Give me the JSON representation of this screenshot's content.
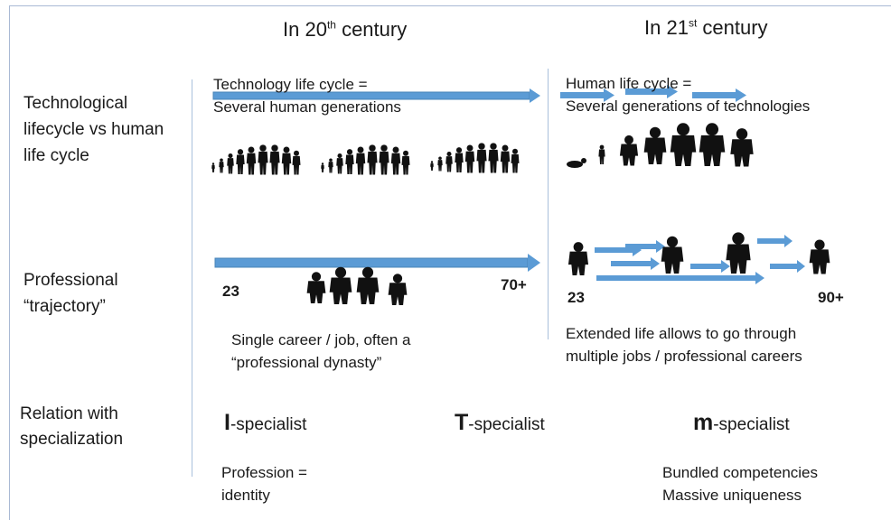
{
  "headers": {
    "c20_prefix": "In 20",
    "c20_sup": "th",
    "c20_suffix": " century",
    "c21_prefix": "In 21",
    "c21_sup": "st",
    "c21_suffix": " century"
  },
  "rows": {
    "lifecycle_label": "Technological lifecycle vs human life cycle",
    "trajectory_label": "Professional “trajectory”",
    "specialization_label": "Relation with specialization"
  },
  "c20": {
    "lifecycle_line1": "Technology life cycle =",
    "lifecycle_line2": "Several human generations",
    "start_age": "23",
    "end_age": "70+",
    "career_line1": "Single career / job, often a",
    "career_line2": "“professional dynasty”"
  },
  "c21": {
    "lifecycle_line1": "Human life cycle =",
    "lifecycle_line2": "Several generations of technologies",
    "start_age": "23",
    "end_age": "90+",
    "career_line1": "Extended life allows to go through",
    "career_line2": "multiple jobs / professional careers"
  },
  "specialists": {
    "i_letter": "I",
    "i_suffix": "-specialist",
    "t_letter": "T",
    "t_suffix": "-specialist",
    "m_letter": "m",
    "m_suffix": "-specialist"
  },
  "notes": {
    "i_line1": "Profession =",
    "i_line2": "identity",
    "m_line1": "Bundled competencies",
    "m_line2": "Massive uniqueness"
  },
  "colors": {
    "arrow": "#5b9bd5",
    "silhouette": "#111111",
    "divider": "#a9c0dc"
  }
}
